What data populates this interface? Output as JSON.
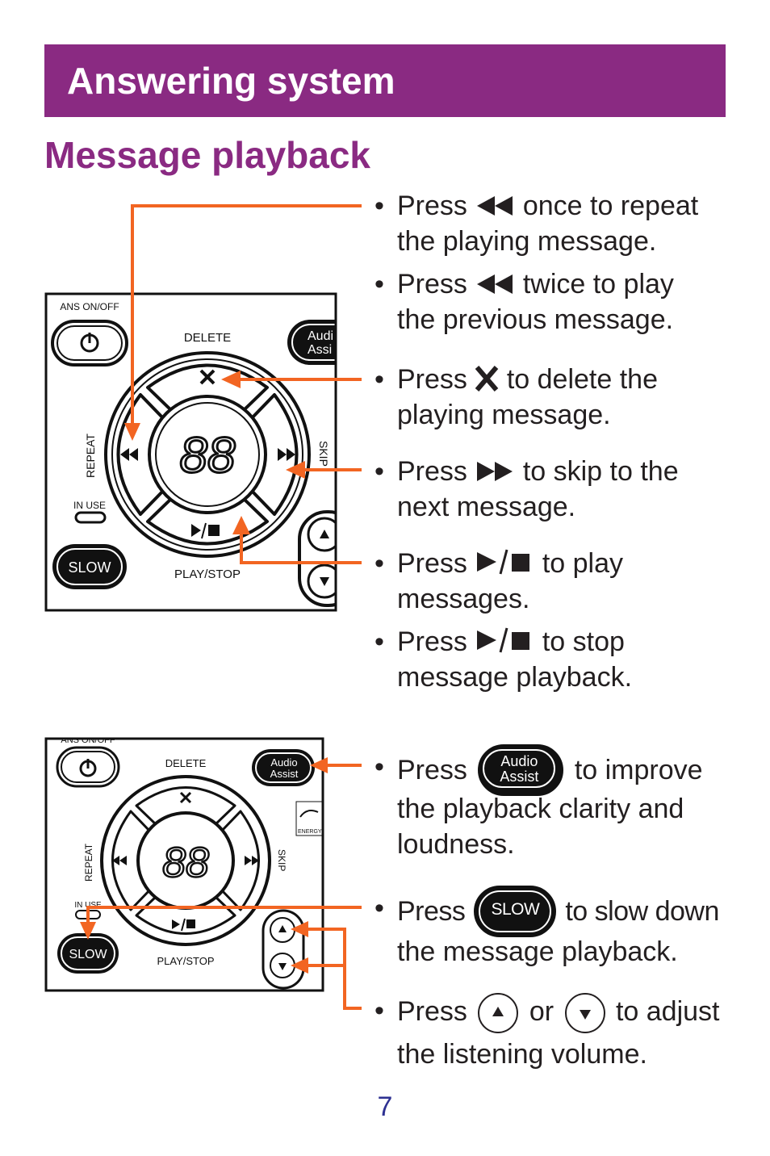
{
  "header": {
    "title": "Answering system"
  },
  "section": {
    "title": "Message playback"
  },
  "panel1": {
    "ans_label": "ANS ON/OFF",
    "delete_label": "DELETE",
    "audio_label_1": "Audi",
    "audio_label_2": "Assi",
    "repeat_label": "REPEAT",
    "skip_label": "SKIP",
    "in_use_label": "IN USE",
    "slow_label": "SLOW",
    "play_stop_label": "PLAY/STOP",
    "display": "88"
  },
  "panel2": {
    "ans_label": "ANS ON/OFF",
    "delete_label": "DELETE",
    "audio_label_1": "Audio",
    "audio_label_2": "Assist",
    "repeat_label": "REPEAT",
    "skip_label": "SKIP",
    "in_use_label": "IN USE",
    "slow_label": "SLOW",
    "play_stop_label": "PLAY/STOP",
    "energy_label": "ENERGY S",
    "display": "88"
  },
  "bullets": [
    {
      "pre": "Press",
      "post": "once to repeat",
      "line2": "the playing message.",
      "icon": "rewind-icon"
    },
    {
      "pre": "Press",
      "post": "twice to play",
      "line2": "the previous message.",
      "icon": "rewind-icon"
    },
    {
      "pre": "Press",
      "post": "to delete the",
      "line2": "playing message.",
      "icon": "x-icon"
    },
    {
      "pre": "Press",
      "post": "to skip to the",
      "line2": "next message.",
      "icon": "fast-forward-icon"
    },
    {
      "pre": "Press",
      "post": "to play",
      "line2": "messages.",
      "icon": "play-stop-icon"
    },
    {
      "pre": "Press",
      "post": "to stop",
      "line2": "message playback.",
      "icon": "play-stop-icon"
    },
    {
      "pre": "Press",
      "post": "to improve",
      "line2": "the playback clarity and",
      "line3": "loudness.",
      "btn_line1": "Audio",
      "btn_line2": "Assist"
    },
    {
      "pre": "Press",
      "post": "to slow down",
      "line2": "the message playback.",
      "btn": "SLOW"
    },
    {
      "pre": "Press",
      "mid": "or",
      "post": "to adjust",
      "line2": "the listening volume.",
      "icon": "volume-up-down-icon"
    }
  ],
  "accent_color": "#8a2a82",
  "arrow_color": "#f26522",
  "page_number": "7"
}
